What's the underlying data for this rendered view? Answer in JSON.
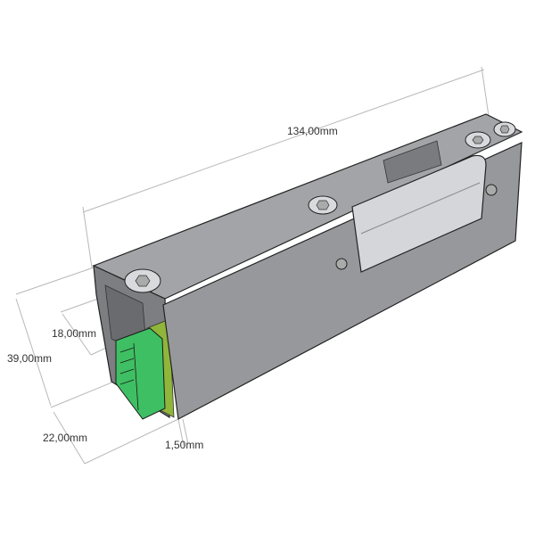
{
  "dimensions": {
    "length": "134,00mm",
    "connector_height": "18,00mm",
    "total_height": "39,00mm",
    "depth": "22,00mm",
    "plate_thickness": "1,50mm"
  },
  "colors": {
    "body": "#8f9093",
    "body_top": "#a3a4a7",
    "front_plate": "#97989b",
    "latch": "#d4d6da",
    "connector": "#3fbf63",
    "pcb": "#8fb53a"
  }
}
